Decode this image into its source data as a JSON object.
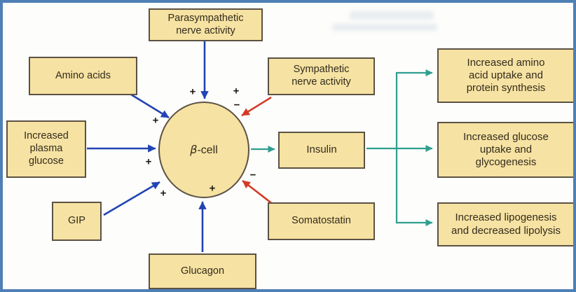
{
  "nodes": {
    "parasympathetic": {
      "label": "Parasympathetic\nnerve activity"
    },
    "amino_acids": {
      "label": "Amino acids"
    },
    "plasma_glucose": {
      "label": "Increased\nplasma\nglucose"
    },
    "gip": {
      "label": "GIP"
    },
    "glucagon": {
      "label": "Glucagon"
    },
    "sympathetic": {
      "label": "Sympathetic\nnerve activity"
    },
    "somatostatin": {
      "label": "Somatostatin"
    },
    "insulin": {
      "label": "Insulin"
    }
  },
  "center": {
    "beta": "β",
    "rest": "-cell"
  },
  "effects": [
    {
      "label": "Increased amino\nacid uptake and\nprotein synthesis"
    },
    {
      "label": "Increased glucose\nuptake and\nglycogenesis"
    },
    {
      "label": "Increased lipogenesis\nand decreased lipolysis"
    }
  ],
  "signs": {
    "parasympathetic_plus": "+",
    "sympathetic_plus": "+",
    "sympathetic_minus": "−",
    "amino_plus": "+",
    "plasma_plus": "+",
    "gip_plus": "+",
    "glucagon_plus": "+",
    "somatostatin_minus": "−"
  },
  "colors": {
    "stimulatory_arrow_blue": "#2244b2",
    "inhibitory_arrow_red": "#d23b27",
    "output_arrow_teal": "#2f9e8f",
    "box_fill": "#f6e2a2",
    "box_border": "#5b5244",
    "frame_blue": "#4e7fb5",
    "text": "#332c1e"
  }
}
